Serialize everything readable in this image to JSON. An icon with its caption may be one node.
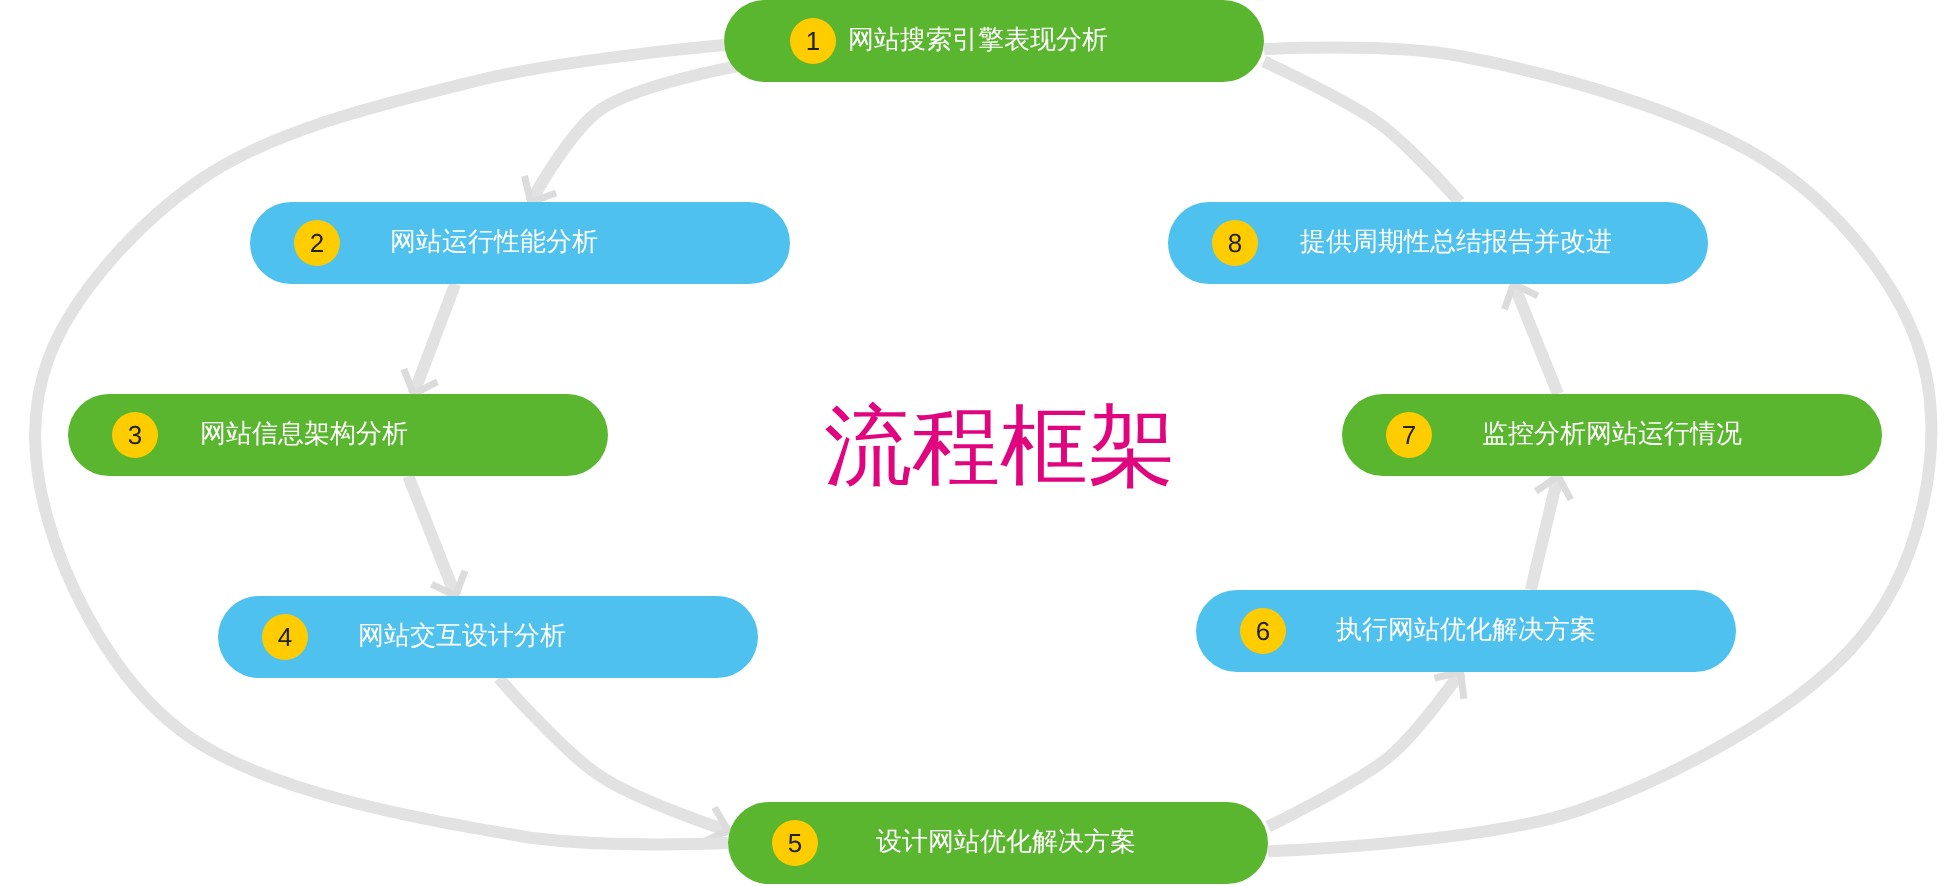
{
  "diagram": {
    "title": "流程框架",
    "nodes": [
      {
        "text": [
          "1",
          "网站搜索引擎表现分析"
        ]
      },
      {
        "text": [
          "2",
          "网站运行性能分析"
        ]
      },
      {
        "text": [
          "3",
          "网站信息架构分析"
        ]
      },
      {
        "text": [
          "4",
          "网站交互设计分析"
        ]
      },
      {
        "text": [
          "5",
          "设计网站优化解决方案"
        ]
      },
      {
        "text": [
          "6",
          "执行网站优化解决方案"
        ]
      },
      {
        "text": [
          "7",
          "监控分析网站运行情况"
        ]
      },
      {
        "text": [
          "8",
          "提供周期性总结报告并改进"
        ]
      }
    ],
    "edges": [
      {
        "from": 0,
        "to": 1,
        "arrow": "to"
      },
      {
        "from": 1,
        "to": 2,
        "arrow": "to"
      },
      {
        "from": 2,
        "to": 3,
        "arrow": "to"
      },
      {
        "from": 3,
        "to": 4,
        "arrow": "to"
      },
      {
        "from": 4,
        "to": 5,
        "arrow": "to"
      },
      {
        "from": 5,
        "to": 6,
        "arrow": "to"
      },
      {
        "from": 6,
        "to": 7,
        "arrow": "to"
      },
      {
        "from": 7,
        "to": 0,
        "arrow": "none"
      },
      {
        "from": 0,
        "to": 4,
        "arrow": "none"
      },
      {
        "from": 4,
        "to": 0,
        "arrow": "none"
      }
    ]
  }
}
